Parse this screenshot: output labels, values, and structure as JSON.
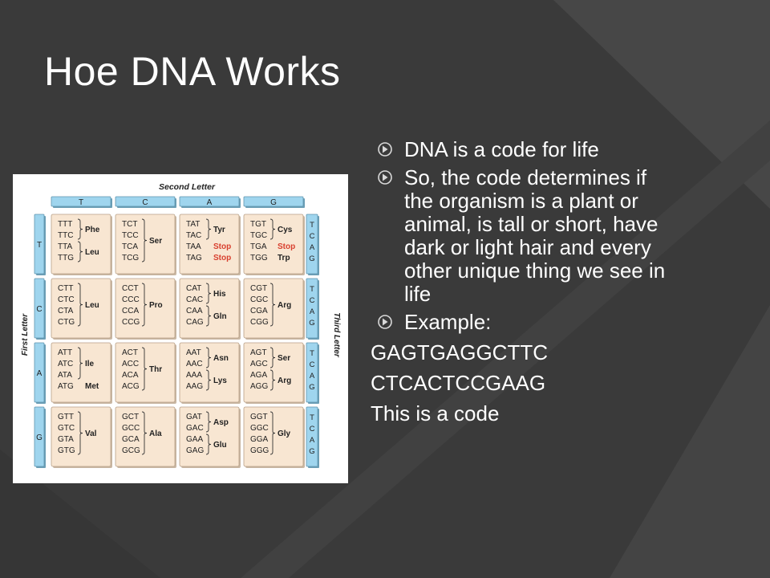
{
  "slide": {
    "title": "Hoe DNA Works",
    "bullets": [
      "DNA is a code for life",
      "So, the code determines if the organism is a plant or animal, is tall or short, have dark or light hair and every other unique thing we see in life",
      "Example:"
    ],
    "lines": [
      "GAGTGAGGCTTC",
      "CTCACTCCGAAG",
      "This is a code"
    ]
  },
  "colors": {
    "background": "#3b3b3b",
    "text": "#ffffff",
    "bullet_marker": "#d9d9d9",
    "cell_fill": "#f8e6d2",
    "header_fill": "#9fd5ee",
    "stop_color": "#d8402f"
  },
  "codon_table": {
    "title": "Second Letter",
    "first_letter_label": "First Letter",
    "third_letter_label": "Third Letter",
    "second_letters": [
      "T",
      "C",
      "A",
      "G"
    ],
    "first_letters": [
      "T",
      "C",
      "A",
      "G"
    ],
    "third_letters": [
      "T",
      "C",
      "A",
      "G"
    ],
    "rows": [
      [
        {
          "codons": [
            "TTT",
            "TTC",
            "TTA",
            "TTG"
          ],
          "groups": [
            {
              "name": "Phe",
              "span": [
                0,
                1
              ]
            },
            {
              "name": "Leu",
              "span": [
                2,
                3
              ]
            }
          ]
        },
        {
          "codons": [
            "TCT",
            "TCC",
            "TCA",
            "TCG"
          ],
          "groups": [
            {
              "name": "Ser",
              "span": [
                0,
                3
              ]
            }
          ]
        },
        {
          "codons": [
            "TAT",
            "TAC",
            "TAA",
            "TAG"
          ],
          "groups": [
            {
              "name": "Tyr",
              "span": [
                0,
                1
              ]
            },
            {
              "name": "Stop",
              "span": [
                2,
                2
              ],
              "stop": true
            },
            {
              "name": "Stop",
              "span": [
                3,
                3
              ],
              "stop": true
            }
          ]
        },
        {
          "codons": [
            "TGT",
            "TGC",
            "TGA",
            "TGG"
          ],
          "groups": [
            {
              "name": "Cys",
              "span": [
                0,
                1
              ]
            },
            {
              "name": "Stop",
              "span": [
                2,
                2
              ],
              "stop": true
            },
            {
              "name": "Trp",
              "span": [
                3,
                3
              ]
            }
          ]
        }
      ],
      [
        {
          "codons": [
            "CTT",
            "CTC",
            "CTA",
            "CTG"
          ],
          "groups": [
            {
              "name": "Leu",
              "span": [
                0,
                3
              ]
            }
          ]
        },
        {
          "codons": [
            "CCT",
            "CCC",
            "CCA",
            "CCG"
          ],
          "groups": [
            {
              "name": "Pro",
              "span": [
                0,
                3
              ]
            }
          ]
        },
        {
          "codons": [
            "CAT",
            "CAC",
            "CAA",
            "CAG"
          ],
          "groups": [
            {
              "name": "His",
              "span": [
                0,
                1
              ]
            },
            {
              "name": "Gln",
              "span": [
                2,
                3
              ]
            }
          ]
        },
        {
          "codons": [
            "CGT",
            "CGC",
            "CGA",
            "CGG"
          ],
          "groups": [
            {
              "name": "Arg",
              "span": [
                0,
                3
              ]
            }
          ]
        }
      ],
      [
        {
          "codons": [
            "ATT",
            "ATC",
            "ATA",
            "ATG"
          ],
          "groups": [
            {
              "name": "Ile",
              "span": [
                0,
                2
              ]
            },
            {
              "name": "Met",
              "span": [
                3,
                3
              ]
            }
          ]
        },
        {
          "codons": [
            "ACT",
            "ACC",
            "ACA",
            "ACG"
          ],
          "groups": [
            {
              "name": "Thr",
              "span": [
                0,
                3
              ]
            }
          ]
        },
        {
          "codons": [
            "AAT",
            "AAC",
            "AAA",
            "AAG"
          ],
          "groups": [
            {
              "name": "Asn",
              "span": [
                0,
                1
              ]
            },
            {
              "name": "Lys",
              "span": [
                2,
                3
              ]
            }
          ]
        },
        {
          "codons": [
            "AGT",
            "AGC",
            "AGA",
            "AGG"
          ],
          "groups": [
            {
              "name": "Ser",
              "span": [
                0,
                1
              ]
            },
            {
              "name": "Arg",
              "span": [
                2,
                3
              ]
            }
          ]
        }
      ],
      [
        {
          "codons": [
            "GTT",
            "GTC",
            "GTA",
            "GTG"
          ],
          "groups": [
            {
              "name": "Val",
              "span": [
                0,
                3
              ]
            }
          ]
        },
        {
          "codons": [
            "GCT",
            "GCC",
            "GCA",
            "GCG"
          ],
          "groups": [
            {
              "name": "Ala",
              "span": [
                0,
                3
              ]
            }
          ]
        },
        {
          "codons": [
            "GAT",
            "GAC",
            "GAA",
            "GAG"
          ],
          "groups": [
            {
              "name": "Asp",
              "span": [
                0,
                1
              ]
            },
            {
              "name": "Glu",
              "span": [
                2,
                3
              ]
            }
          ]
        },
        {
          "codons": [
            "GGT",
            "GGC",
            "GGA",
            "GGG"
          ],
          "groups": [
            {
              "name": "Gly",
              "span": [
                0,
                3
              ]
            }
          ]
        }
      ]
    ]
  }
}
